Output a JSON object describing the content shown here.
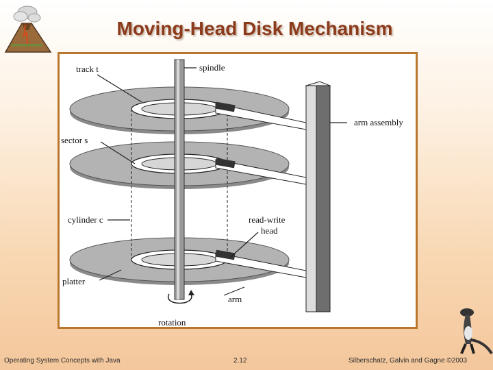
{
  "slide": {
    "title": "Moving-Head Disk Mechanism"
  },
  "diagram": {
    "labels": {
      "track": "track t",
      "spindle": "spindle",
      "arm_assembly": "arm assembly",
      "sector": "sector s",
      "cylinder": "cylinder c",
      "read_write_head_line1": "read-write",
      "read_write_head_line2": "head",
      "platter": "platter",
      "arm": "arm",
      "rotation": "rotation"
    }
  },
  "footer": {
    "left": "Operating System Concepts with Java",
    "center": "2.12",
    "right": "Silberschatz, Galvin and Gagne ©2003"
  },
  "logos": {
    "top_left": "volcano-logo-icon",
    "bottom_right": "dinosaur-logo-icon"
  }
}
